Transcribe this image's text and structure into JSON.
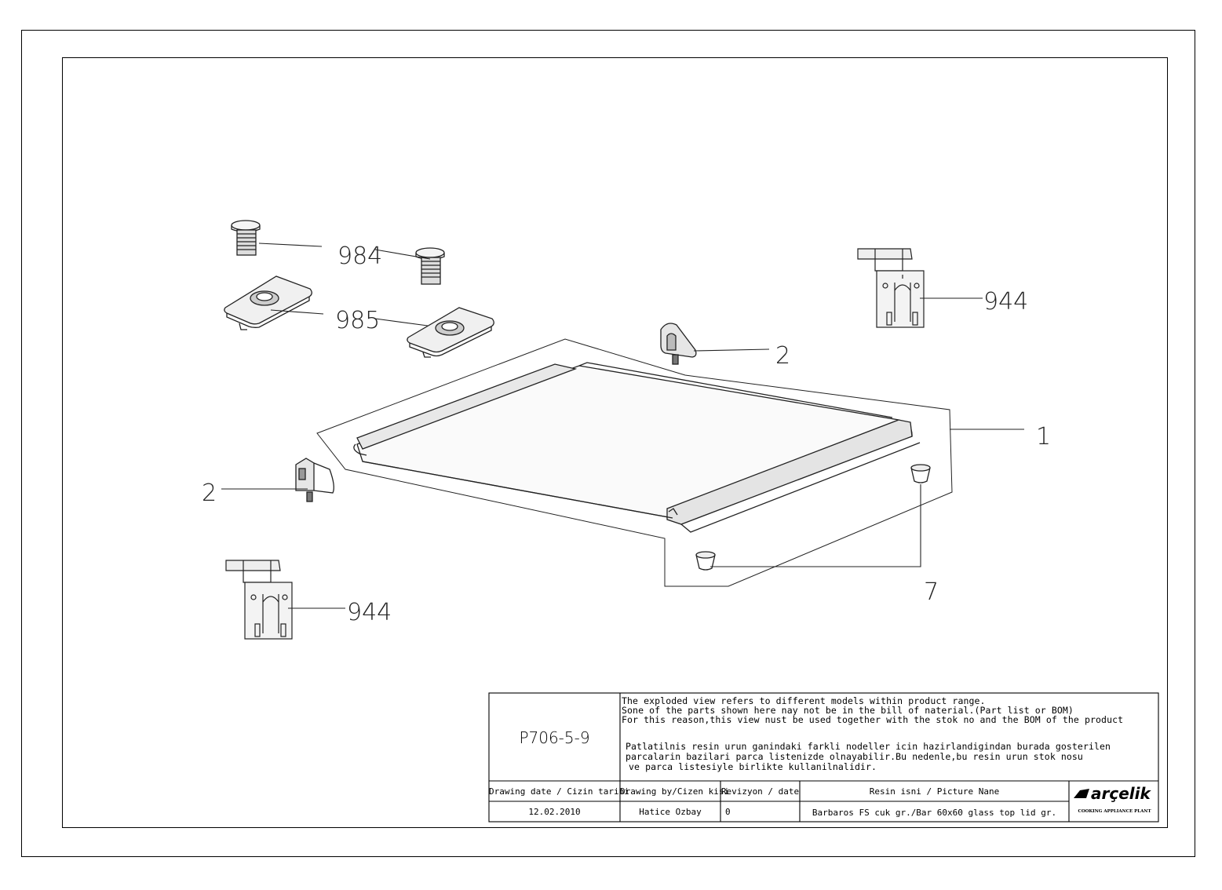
{
  "callouts": {
    "screw": "984",
    "plate": "985",
    "hinge_right": "944",
    "hinge_left": "944",
    "bracket_top": "2",
    "bracket_left": "2",
    "lid": "1",
    "foot": "7"
  },
  "title_block": {
    "code": "P706-5-9",
    "note_en_1": "The exploded view refers to different models within product range.",
    "note_en_2": "Sone of the parts shown here nay not be in the bill of naterial.(Part list or BOM)",
    "note_en_3": "For this reason,this view nust be used together with the stok no and the BOM of the product",
    "note_tr_1": "Patlatilnis resin urun ganindaki farkli nodeller icin hazirlandigindan burada gosterilen",
    "note_tr_2": "parcalarin bazilari parca listenizde olnayabilir.Bu nedenle,bu resin urun stok nosu",
    "note_tr_3": "ve parca listesiyle birlikte kullanilnalidir.",
    "h_date": "Drawing date / Cizin tarihi",
    "h_by": "Drawing by/Cizen kisi",
    "h_rev": "Revizyon / date",
    "h_name": "Resin isni / Picture Nane",
    "v_date": "12.02.2010",
    "v_by": "Hatice Ozbay",
    "v_rev": "0",
    "v_name": "Barbaros FS cuk gr./Bar 60x60 glass top lid gr."
  },
  "logo": {
    "brand": "arçelik",
    "tagline": "COOKING APPLIANCE PLANT"
  }
}
